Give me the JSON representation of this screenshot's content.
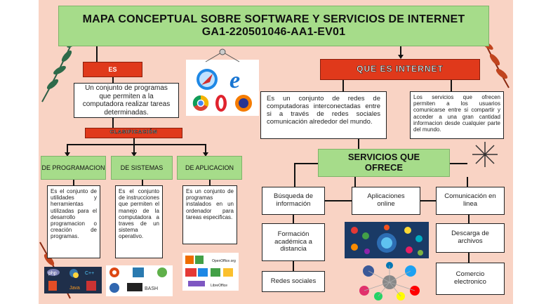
{
  "title": "MAPA CONCEPTUAL SOBRE SOFTWARE Y SERVICIOS DE INTERNET GA1-220501046-AA1-EV01",
  "es": {
    "label": "ES",
    "definition": "Un conjunto de programas que permiten a la computadora realizar tareas determinadas."
  },
  "classification": {
    "label": "CLASIFICACIÓN"
  },
  "categories": [
    {
      "name": "DE PROGRAMACION",
      "description": "Es el conjunto de utilidades y herramientas utilizadas para el desarrollo programacion o creación de programas."
    },
    {
      "name": "DE SISTEMAS",
      "description": "Es el conjunto de instrucciones que permiten el manejo de la computadora a traves de un sistema operativo."
    },
    {
      "name": "DE APLICACION",
      "description": "Es un conjunto de programas instalados en un ordenador para tareas especificas."
    }
  ],
  "internet": {
    "question": "QUE ES INTERNET",
    "definition": "Es un conjunto de redes de computadoras interconectadas entre si a través de redes sociales comunicación alrededor del mundo.",
    "services_description": "Los servicios que ofrecen permiten a los usuarios comunicarse entre si compartir y acceder a una gran cantidad informacion desde cualquier parte del mundo."
  },
  "services": {
    "heading": "SERVICIOS QUE OFRECE",
    "items": [
      "Búsqueda de información",
      "Aplicaciones online",
      "Comunicación en linea",
      "Formación académica a distancia",
      "Descarga de archivos",
      "Redes sociales",
      "Comercio electronico"
    ]
  },
  "logos": {
    "bash": "BASH",
    "php": "php",
    "cpp": "C++",
    "java": "Java",
    "office": "OpenOffice.org",
    "libre": "LibreOffice"
  },
  "colors": {
    "background": "#f9d3c4",
    "green": "#a6dc8a",
    "red": "#e0391b",
    "border": "#222222"
  }
}
